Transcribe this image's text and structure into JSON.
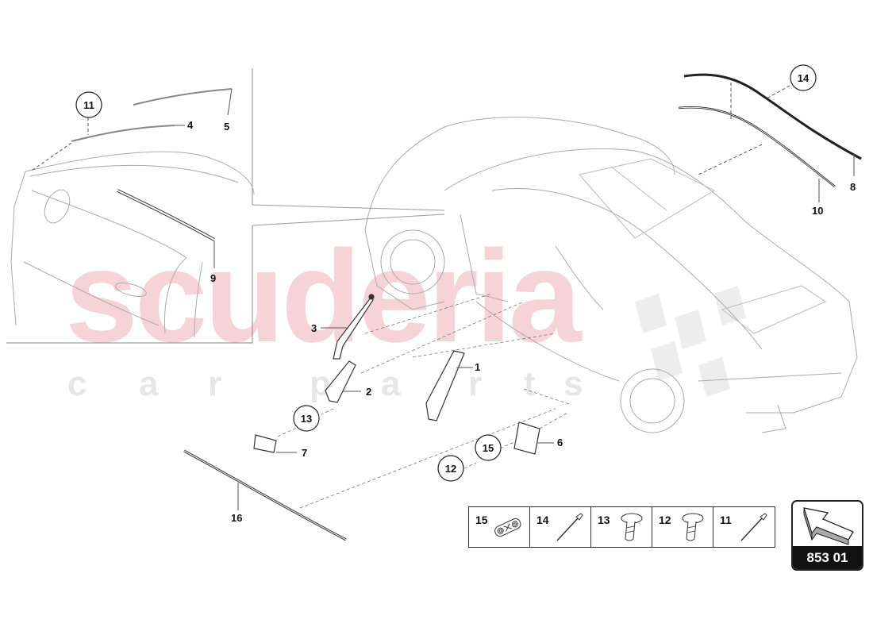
{
  "diagram": {
    "watermark": {
      "main": "scuderia",
      "sub": "c a r   p a r t s",
      "main_color": "#f4c6cf",
      "sub_color": "#e4e4e4"
    },
    "callouts": [
      {
        "id": "1",
        "label": "1"
      },
      {
        "id": "2",
        "label": "2"
      },
      {
        "id": "3",
        "label": "3"
      },
      {
        "id": "4",
        "label": "4"
      },
      {
        "id": "5",
        "label": "5"
      },
      {
        "id": "6",
        "label": "6"
      },
      {
        "id": "7",
        "label": "7"
      },
      {
        "id": "8",
        "label": "8"
      },
      {
        "id": "9",
        "label": "9"
      },
      {
        "id": "10",
        "label": "10"
      },
      {
        "id": "16",
        "label": "16"
      }
    ],
    "circled_callouts": [
      {
        "id": "11",
        "label": "11"
      },
      {
        "id": "14",
        "label": "14"
      },
      {
        "id": "13",
        "label": "13"
      },
      {
        "id": "15",
        "label": "15"
      },
      {
        "id": "12",
        "label": "12"
      }
    ],
    "legend": [
      {
        "num": "15",
        "icon": "clip-plate-icon"
      },
      {
        "num": "14",
        "icon": "rivet-icon"
      },
      {
        "num": "13",
        "icon": "screw-icon"
      },
      {
        "num": "12",
        "icon": "screw-icon"
      },
      {
        "num": "11",
        "icon": "rivet-icon"
      }
    ],
    "nav": {
      "code": "853 01",
      "icon": "navigation-arrow-icon"
    }
  }
}
